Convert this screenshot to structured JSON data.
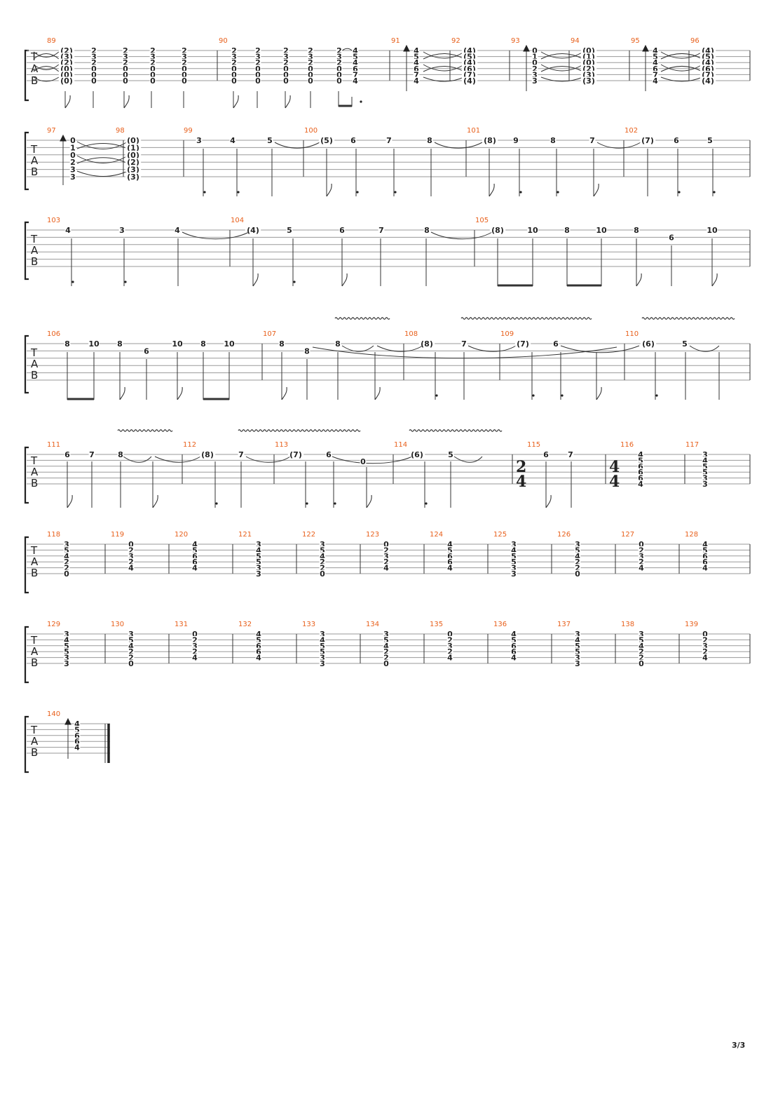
{
  "page": {
    "page_number": "3/3"
  },
  "clef_letters": [
    "T",
    "A",
    "B"
  ],
  "systems": [
    {
      "measures": [
        "89",
        "90",
        "91",
        "92",
        "93",
        "94",
        "95",
        "96"
      ],
      "frets": [
        [
          "(2)",
          "(3)",
          "(2)",
          "(0)",
          "(0)",
          "(0)"
        ],
        [
          "2",
          "3",
          "2",
          "0",
          "0",
          "0"
        ],
        [
          "2",
          "3",
          "2",
          "0",
          "0",
          "0"
        ],
        [
          "2",
          "3",
          "2",
          "0",
          "0",
          "0"
        ],
        [
          "2",
          "3",
          "2",
          "0",
          "0",
          "0"
        ],
        [
          "2",
          "3",
          "2",
          "0",
          "0",
          "0"
        ],
        [
          "2",
          "3",
          "2",
          "0",
          "0",
          "0"
        ],
        [
          "2",
          "3",
          "2",
          "0",
          "0",
          "0"
        ],
        [
          "2",
          "3",
          "2",
          "0",
          "0",
          "0"
        ],
        [
          "2",
          "3",
          "2",
          "0",
          "0",
          "0"
        ],
        [
          "4",
          "5",
          "4",
          "6",
          "7",
          "4"
        ],
        [
          "4",
          "5",
          "4",
          "6",
          "7",
          "4"
        ],
        [
          "(4)",
          "(5)",
          "(4)",
          "(6)",
          "(7)",
          "(4)"
        ],
        [
          "0",
          "1",
          "0",
          "2",
          "3",
          "3"
        ],
        [
          "(0)",
          "(1)",
          "(0)",
          "(2)",
          "(3)",
          "(3)"
        ],
        [
          "4",
          "5",
          "4",
          "6",
          "7",
          "4"
        ],
        [
          "(4)",
          "(5)",
          "(4)",
          "(6)",
          "(7)",
          "(4)"
        ]
      ]
    },
    {
      "measures": [
        "97",
        "98",
        "99",
        "100",
        "101",
        "102"
      ],
      "chord_a": [
        "0",
        "1",
        "0",
        "2",
        "3",
        "3"
      ],
      "chord_b": [
        "(0)",
        "(1)",
        "(0)",
        "(2)",
        "(3)",
        "(3)"
      ],
      "notes": [
        "3",
        "4",
        "5",
        "(5)",
        "6",
        "7",
        "8",
        "(8)",
        "9",
        "8",
        "7",
        "(7)",
        "6",
        "5"
      ]
    },
    {
      "measures": [
        "103",
        "104",
        "105"
      ],
      "notes": [
        "4",
        "3",
        "4",
        "(4)",
        "5",
        "6",
        "7",
        "8",
        "(8)",
        "10",
        "8",
        "10",
        "8",
        "6",
        "10"
      ]
    },
    {
      "measures": [
        "106",
        "107",
        "108",
        "109",
        "110"
      ],
      "notes": [
        "8",
        "10",
        "8",
        "6",
        "10",
        "8",
        "10",
        "8",
        "8",
        "8",
        "(8)",
        "7",
        "(7)",
        "6",
        "(6)",
        "5"
      ]
    },
    {
      "measures": [
        "111",
        "112",
        "113",
        "114",
        "115",
        "116",
        "117"
      ],
      "notes": [
        "6",
        "7",
        "8",
        "(8)",
        "7",
        "(7)",
        "6",
        "0",
        "(6)",
        "5",
        "6",
        "7"
      ],
      "time_signatures": [
        [
          "2",
          "4"
        ],
        [
          "4",
          "4"
        ]
      ],
      "chord_116": [
        "4",
        "5",
        "6",
        "6",
        "6",
        "4"
      ],
      "chord_117": [
        "3",
        "4",
        "5",
        "5",
        "3",
        "3"
      ]
    },
    {
      "measures": [
        "118",
        "119",
        "120",
        "121",
        "122",
        "123",
        "124",
        "125",
        "126",
        "127",
        "128"
      ],
      "chords": [
        [
          "3",
          "5",
          "4",
          "2",
          "2",
          "0"
        ],
        [
          "0",
          "2",
          "3",
          "2",
          "4"
        ],
        [
          "4",
          "5",
          "6",
          "6",
          "4"
        ],
        [
          "3",
          "4",
          "5",
          "5",
          "3",
          "3"
        ],
        [
          "3",
          "5",
          "4",
          "2",
          "2",
          "0"
        ],
        [
          "0",
          "2",
          "3",
          "2",
          "4"
        ],
        [
          "4",
          "5",
          "6",
          "6",
          "4"
        ],
        [
          "3",
          "4",
          "5",
          "5",
          "3",
          "3"
        ],
        [
          "3",
          "5",
          "4",
          "2",
          "2",
          "0"
        ],
        [
          "0",
          "2",
          "3",
          "2",
          "4"
        ],
        [
          "4",
          "5",
          "6",
          "6",
          "4"
        ]
      ]
    },
    {
      "measures": [
        "129",
        "130",
        "131",
        "132",
        "133",
        "134",
        "135",
        "136",
        "137",
        "138",
        "139"
      ],
      "chords": [
        [
          "3",
          "4",
          "5",
          "5",
          "3",
          "3"
        ],
        [
          "3",
          "5",
          "4",
          "2",
          "2",
          "0"
        ],
        [
          "0",
          "2",
          "3",
          "2",
          "4"
        ],
        [
          "4",
          "5",
          "6",
          "6",
          "4"
        ],
        [
          "3",
          "4",
          "5",
          "5",
          "3",
          "3"
        ],
        [
          "3",
          "5",
          "4",
          "2",
          "2",
          "0"
        ],
        [
          "0",
          "2",
          "3",
          "2",
          "4"
        ],
        [
          "4",
          "5",
          "6",
          "6",
          "4"
        ],
        [
          "3",
          "4",
          "5",
          "5",
          "3",
          "3"
        ],
        [
          "3",
          "5",
          "4",
          "2",
          "2",
          "0"
        ],
        [
          "0",
          "2",
          "3",
          "2",
          "4"
        ]
      ]
    },
    {
      "measures": [
        "140"
      ],
      "chord_140": [
        "4",
        "5",
        "6",
        "6",
        "4"
      ]
    }
  ]
}
